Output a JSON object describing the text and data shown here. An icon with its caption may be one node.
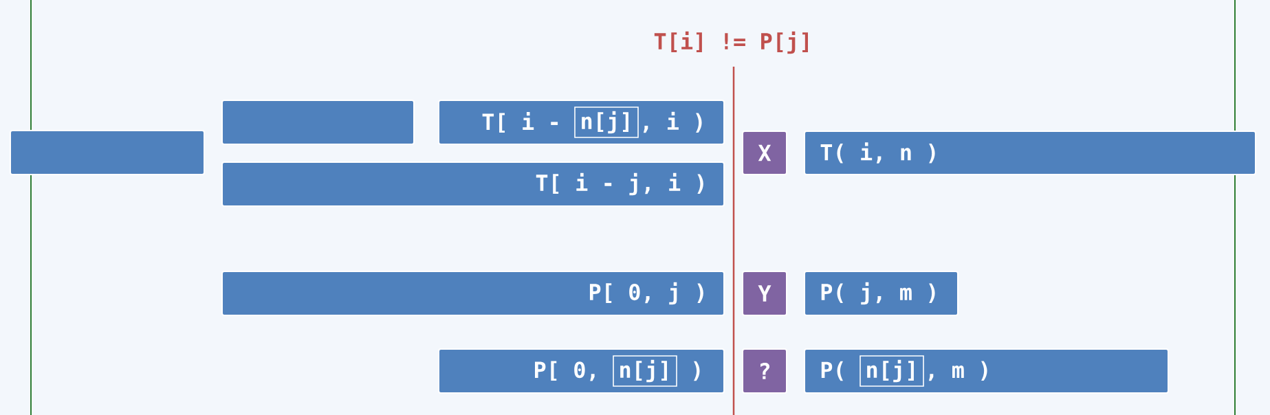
{
  "diagram": {
    "title": "T[i] != P[j]",
    "nodes": [
      {
        "text": [],
        "shape": "box"
      },
      {
        "text": [],
        "shape": "box"
      },
      {
        "text": [
          "T[ i -",
          ", i )"
        ]
      },
      {
        "text": [
          "n[j]"
        ],
        "in": 2
      },
      {
        "text": [
          "T[ i - j, i )"
        ]
      },
      {
        "text": [
          "X"
        ]
      },
      {
        "text": [
          "T( i, n )"
        ]
      },
      {
        "text": [
          "P[ 0, j )"
        ]
      },
      {
        "text": [
          "Y"
        ]
      },
      {
        "text": [
          "P( j, m )"
        ]
      },
      {
        "text": [
          "P[ 0,",
          ")"
        ]
      },
      {
        "text": [
          "n[j]"
        ],
        "in": 10
      },
      {
        "text": [
          "?"
        ]
      },
      {
        "text": [
          "P(",
          ", m )"
        ]
      },
      {
        "text": [
          "n[j]"
        ],
        "in": 13
      }
    ]
  }
}
